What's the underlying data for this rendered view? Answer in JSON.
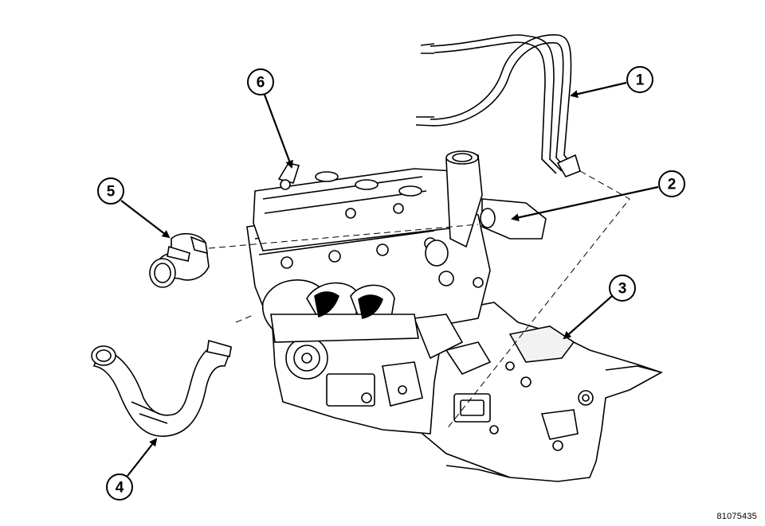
{
  "figure_id": "81075435",
  "callouts": [
    {
      "label": "1",
      "name": "callout-1"
    },
    {
      "label": "2",
      "name": "callout-2"
    },
    {
      "label": "3",
      "name": "callout-3"
    },
    {
      "label": "4",
      "name": "callout-4"
    },
    {
      "label": "5",
      "name": "callout-5"
    },
    {
      "label": "6",
      "name": "callout-6"
    }
  ],
  "colors": {
    "ink": "#000000",
    "fill_light": "#f2f2f2",
    "background": "#ffffff"
  }
}
